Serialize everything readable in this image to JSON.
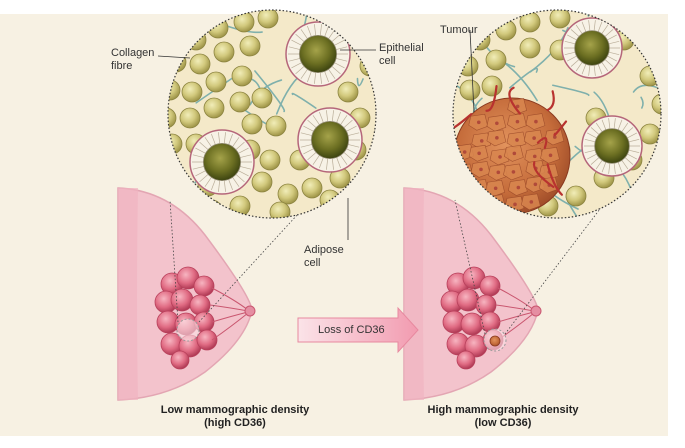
{
  "labels": {
    "collagen_line1": "Collagen",
    "collagen_line2": "fibre",
    "epithelial_line1": "Epithelial",
    "epithelial_line2": "cell",
    "adipose_line1": "Adipose",
    "adipose_line2": "cell",
    "tumour": "Tumour"
  },
  "arrow": {
    "label": "Loss of CD36"
  },
  "captions": {
    "left_line1": "Low mammographic density",
    "left_line2": "(high CD36)",
    "right_line1": "High mammographic density",
    "right_line2": "(low CD36)"
  },
  "colors": {
    "background_panel": "#f7f1e3",
    "tissue_pink": "#f5c7cf",
    "lobule_red": "#d9506a",
    "adipose_yellow": "#c9c27a",
    "fibre_teal": "#6fa7a4",
    "tumour_orange": "#c96a3e",
    "arrow_pink": "#f7c7d0"
  }
}
